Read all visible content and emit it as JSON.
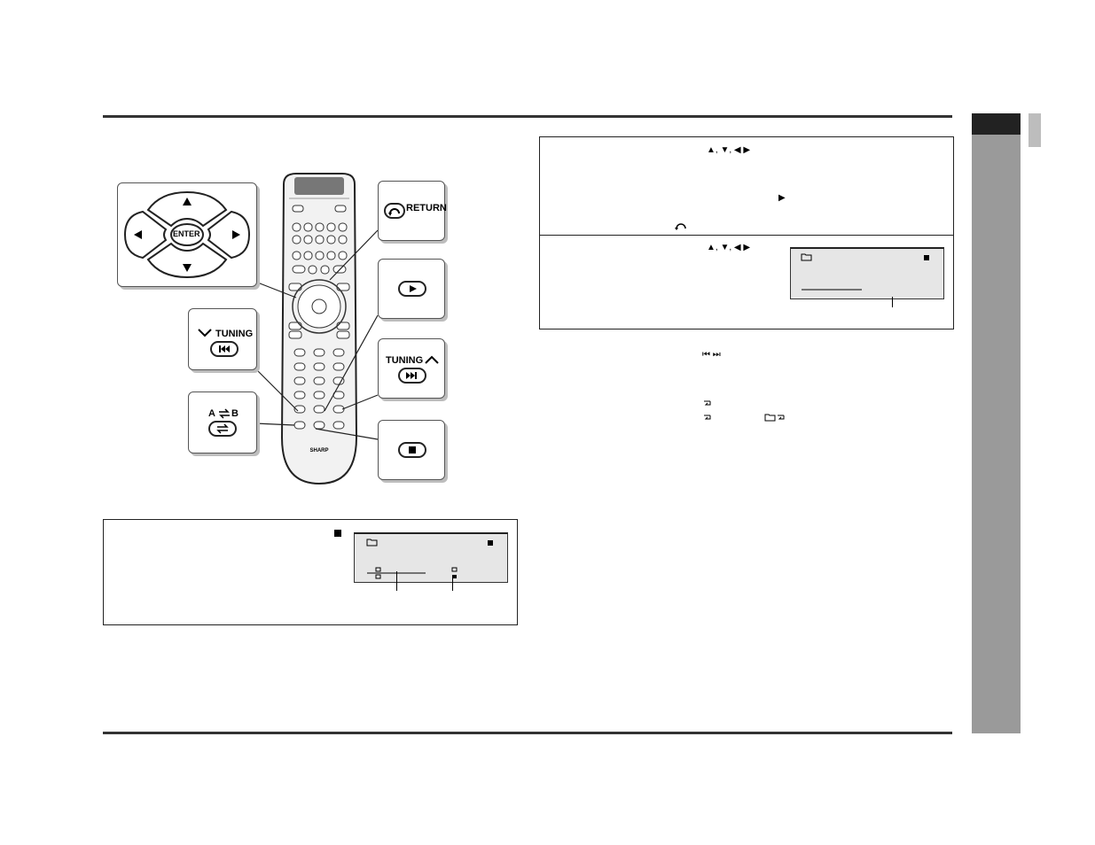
{
  "callouts": {
    "dpad_enter": "ENTER",
    "return": "RETURN",
    "tuning_down": "TUNING",
    "tuning_up": "TUNING",
    "ab_a": "A",
    "ab_b": "B"
  },
  "remote": {
    "brand": "SHARP"
  },
  "arrows_row1": "▲, ▼, ◀     ▶",
  "arrow_right": "▶",
  "arrows_row2": "▲, ▼, ◀     ▶",
  "skip_keys": "⏮     ⏭",
  "icons": {
    "return": "return-icon",
    "folder": "folder-icon",
    "stop": "stop-icon",
    "repeat": "repeat-icon"
  },
  "colors": {
    "side_tab": "#9a9a9a",
    "side_tab_head": "#222222",
    "lcd": "#e6e6e6"
  }
}
